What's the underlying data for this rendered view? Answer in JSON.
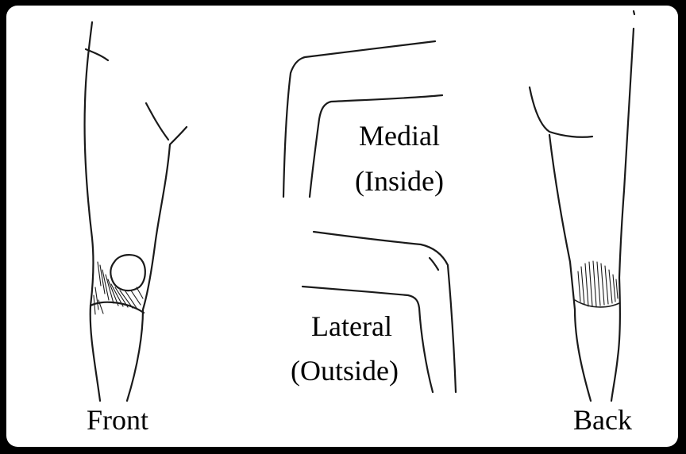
{
  "background_color": "#000000",
  "panel_color": "#ffffff",
  "line_color": "#1a1a1a",
  "labels": {
    "medial": "Medial",
    "inside": "(Inside)",
    "lateral": "Lateral",
    "outside": "(Outside)",
    "front": "Front",
    "back": "Back"
  },
  "figures": [
    "front-leg-drawing",
    "medial-bent-knee-drawing",
    "lateral-bent-knee-drawing",
    "back-leg-drawing"
  ]
}
